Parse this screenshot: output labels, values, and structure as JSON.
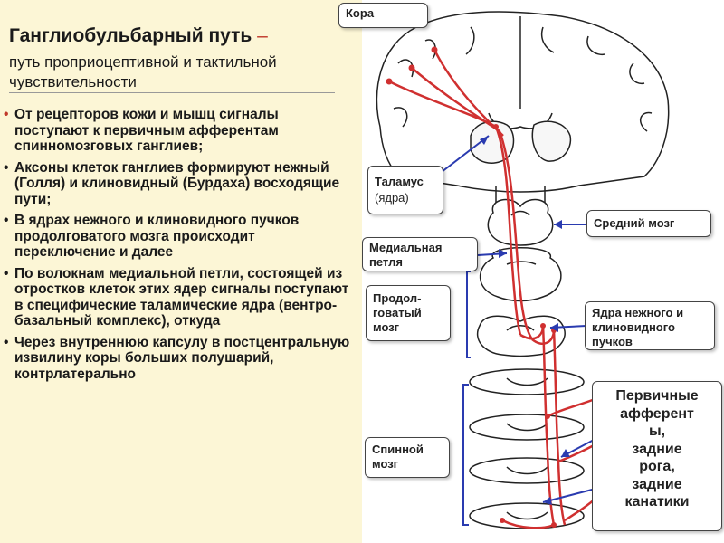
{
  "title": "Ганглиобульбарный путь",
  "title_dash": "–",
  "subtitle": "путь проприоцептивной и тактильной чувствительности",
  "bullets": [
    "От рецепторов кожи и мышц сигналы поступают к первичным афферентам спинномозговых ганглиев;",
    "Аксоны клеток ганглиев формируют нежный (Голля) и клиновидный (Бурдаха) восходящие пути;",
    "В ядрах нежного и клиновидного пучков продолговатого мозга происходит переключение и далее",
    "По волокнам медиальной петли, состоящей из отростков клеток этих ядер сигналы поступают в специфические таламические ядра (вентро-базальный комплекс), откуда",
    "Через внутреннюю капсулу в постцентральную извилину коры больших полушарий, контрлатерально"
  ],
  "labels": {
    "cortex": "Кора",
    "thalamus_line1": "Таламус",
    "thalamus_line2": "(ядра)",
    "midbrain": "Средний мозг",
    "medial_lemniscus_line1": "Медиальная",
    "medial_lemniscus_line2": "петля",
    "medulla_line1": "Продол-",
    "medulla_line2": "говатый",
    "medulla_line3": "мозг",
    "nuclei_line1": "Ядра нежного и",
    "nuclei_line2": "клиновидного",
    "nuclei_line3": "пучков",
    "spinal_line1": "Спинной",
    "spinal_line2": "мозг",
    "afferents_line1": "Первичные",
    "afferents_line2": "афферент",
    "afferents_line3": "ы,",
    "afferents_line4": "задние",
    "afferents_line5": "рога,",
    "afferents_line6": "задние",
    "afferents_line7": "канатики"
  },
  "colors": {
    "left_panel_bg": "#fcf6d6",
    "pathway": "#d03030",
    "arrow": "#2a3bb0",
    "tissue_outline": "#222222",
    "tissue_fill": "#ffffff"
  }
}
